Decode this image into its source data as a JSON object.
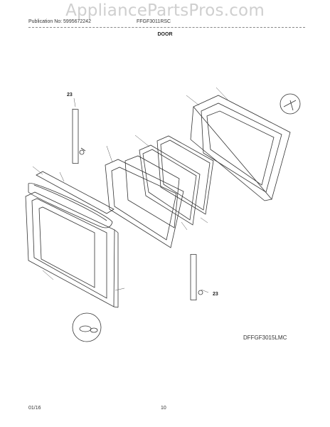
{
  "header": {
    "watermark": "AppliancePartsPros.com",
    "publication": "Publication No: 5995672242",
    "model": "FFGF3011RSC",
    "section_title": "DOOR"
  },
  "diagram": {
    "diagram_id": "DFFGF3015LMC",
    "labels": {
      "hinge_top": "23",
      "hinge_bottom": "23"
    }
  },
  "footer": {
    "date": "01/16",
    "page": "10"
  }
}
